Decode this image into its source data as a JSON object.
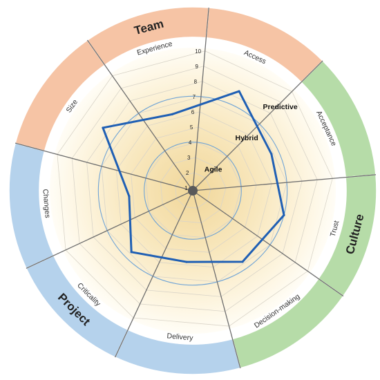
{
  "chart_data": {
    "type": "radar",
    "rlim": [
      1,
      10
    ],
    "ticks": [
      "1",
      "2",
      "3",
      "4",
      "5",
      "6",
      "7",
      "8",
      "9",
      "10"
    ],
    "categories": [
      "Access",
      "Acceptance",
      "Trust",
      "Decision-making",
      "Delivery",
      "Criticality",
      "Changes",
      "Size",
      "Experience"
    ],
    "values": [
      8,
      6.5,
      7,
      6.5,
      5.5,
      6.5,
      5,
      8,
      6
    ],
    "series_color": "#1f5fb4",
    "zones": [
      {
        "label": "Agile",
        "upper": 4
      },
      {
        "label": "Hybrid",
        "upper": 7
      },
      {
        "label": "Predictive",
        "upper": 10
      }
    ],
    "groups": [
      {
        "label": "Team",
        "color": "#f6c4a5",
        "members": [
          "Size",
          "Experience",
          "Access"
        ]
      },
      {
        "label": "Culture",
        "color": "#b6dca8",
        "members": [
          "Acceptance",
          "Trust",
          "Decision-making"
        ]
      },
      {
        "label": "Project",
        "color": "#b5d2ec",
        "members": [
          "Delivery",
          "Criticality",
          "Changes"
        ]
      }
    ]
  }
}
